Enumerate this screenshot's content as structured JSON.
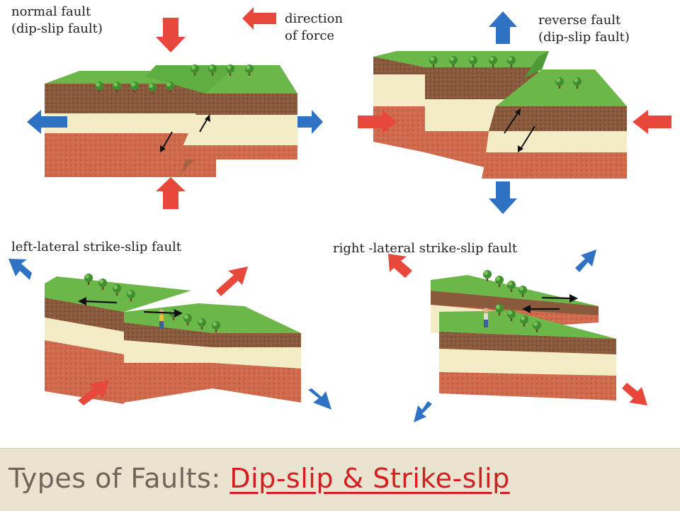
{
  "labels": {
    "normal_line1": "normal fault",
    "normal_line2": "(dip-slip fault)",
    "force_line1": "direction",
    "force_line2": "of force",
    "reverse_line1": "reverse fault",
    "reverse_line2": "(dip-slip fault)",
    "left_lateral": "left-lateral strike-slip fault",
    "right_lateral": "right -lateral strike-slip fault"
  },
  "footer": {
    "title": "Types of Faults: ",
    "link": "Dip-slip & Strike-slip"
  },
  "colors": {
    "grass": "#6cb74a",
    "grass_dark": "#4e9a36",
    "topsoil": "#8a5a3c",
    "cream": "#f4ecc6",
    "red_rock": "#cf6a4c",
    "force_arrow": "#e8483c",
    "motion_arrow": "#2f72c4",
    "footer_bg": "#e9e3cf",
    "footer_text": "#6e6658",
    "link": "#d31f1f"
  }
}
